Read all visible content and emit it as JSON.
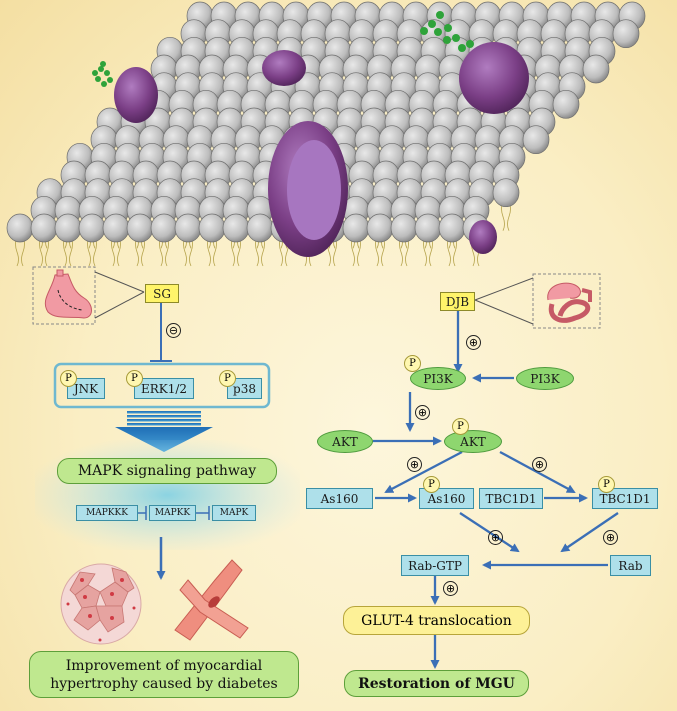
{
  "left": {
    "sg": "SG",
    "inhibit_sign": "⊖",
    "kinases": [
      "JNK",
      "ERK1/2",
      "p38"
    ],
    "phospho": "P",
    "mapk_pathway": "MAPK signaling pathway",
    "cascade": [
      "MAPKKK",
      "MAPKK",
      "MAPK"
    ],
    "outcome": "Improvement of myocardial hypertrophy caused by diabetes"
  },
  "right": {
    "djb": "DJB",
    "plus": "⊕",
    "pi3k_p": "PI3K",
    "pi3k": "PI3K",
    "akt": "AKT",
    "akt_p": "AKT",
    "as160": "As160",
    "as160_p": "As160",
    "tbc1d1": "TBC1D1",
    "tbc1d1_p": "TBC1D1",
    "rab_gtp": "Rab-GTP",
    "rab": "Rab",
    "glut4": "GLUT-4 translocation",
    "mgu": "Restoration of MGU"
  },
  "colors": {
    "arrow": "#3b6fb6",
    "membrane_ball": "#c3c3c3",
    "protein": "#7b3f86"
  }
}
